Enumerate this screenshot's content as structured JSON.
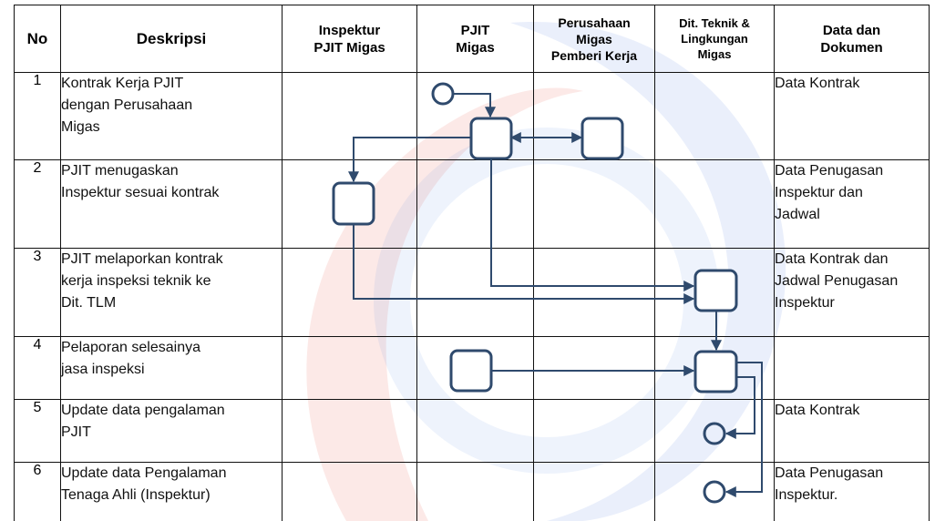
{
  "colors": {
    "flow_stroke": "#2f4a6d",
    "grid": "#111111",
    "watermark_red": "#e8473d",
    "watermark_blue": "#5a86e2"
  },
  "headers": {
    "no": "No",
    "desc": "Deskripsi",
    "inspektur": "Inspektur\nPJIT Migas",
    "pjit": "PJIT\nMigas",
    "perusahaan": "Perusahaan\nMigas\nPemberi Kerja",
    "dit": "Dit. Teknik &\nLingkungan\nMigas",
    "data": "Data dan\nDokumen"
  },
  "rows": [
    {
      "no": "1",
      "desc": "Kontrak Kerja PJIT\ndengan Perusahaan\nMigas",
      "doc": "Data Kontrak"
    },
    {
      "no": "2",
      "desc": "PJIT menugaskan\nInspektur sesuai kontrak",
      "doc": "Data Penugasan\nInspektur dan\nJadwal"
    },
    {
      "no": "3",
      "desc": "PJIT melaporkan kontrak\nkerja inspeksi teknik ke\nDit. TLM",
      "doc": "Data Kontrak dan\nJadwal Penugasan\nInspektur"
    },
    {
      "no": "4",
      "desc": "Pelaporan selesainya\njasa inspeksi",
      "doc": ""
    },
    {
      "no": "5",
      "desc": "Update data pengalaman\nPJIT",
      "doc": "Data Kontrak"
    },
    {
      "no": "6",
      "desc": "Update data Pengalaman\nTenaga Ahli (Inspektur)",
      "doc": "Data Penugasan\nInspektur."
    }
  ],
  "flow": {
    "nodes": [
      {
        "id": "start-circle-pjit",
        "shape": "circle",
        "row": 1,
        "lane": "PJIT Migas"
      },
      {
        "id": "process-box-pjit-contract",
        "shape": "rounded-square",
        "row": 1,
        "lane": "PJIT Migas"
      },
      {
        "id": "process-box-perusahaan",
        "shape": "rounded-square",
        "row": 1,
        "lane": "Perusahaan Migas Pemberi Kerja"
      },
      {
        "id": "process-box-inspektur",
        "shape": "rounded-square",
        "row": 2,
        "lane": "Inspektur PJIT Migas"
      },
      {
        "id": "process-box-dit-report",
        "shape": "rounded-square",
        "row": 3,
        "lane": "Dit. Teknik & Lingkungan Migas"
      },
      {
        "id": "process-box-pjit-completion",
        "shape": "rounded-square",
        "row": 4,
        "lane": "PJIT Migas"
      },
      {
        "id": "process-box-dit-completion",
        "shape": "rounded-square",
        "row": 4,
        "lane": "Dit. Teknik & Lingkungan Migas"
      },
      {
        "id": "end-circle-row5",
        "shape": "circle",
        "row": 5,
        "lane": "Dit. Teknik & Lingkungan Migas"
      },
      {
        "id": "end-circle-row6",
        "shape": "circle",
        "row": 6,
        "lane": "Dit. Teknik & Lingkungan Migas"
      }
    ],
    "connectors": [
      {
        "from": "start-circle-pjit",
        "to": "process-box-pjit-contract"
      },
      {
        "from": "process-box-pjit-contract",
        "to": "process-box-perusahaan",
        "bidirectional": true
      },
      {
        "from": "process-box-pjit-contract",
        "to": "process-box-inspektur"
      },
      {
        "from": "process-box-inspektur",
        "to": "process-box-dit-report"
      },
      {
        "from": "process-box-pjit-contract",
        "to": "process-box-dit-report"
      },
      {
        "from": "process-box-dit-report",
        "to": "process-box-dit-completion"
      },
      {
        "from": "process-box-pjit-completion",
        "to": "process-box-dit-completion"
      },
      {
        "from": "process-box-dit-completion",
        "to": "end-circle-row5"
      },
      {
        "from": "process-box-dit-completion",
        "to": "end-circle-row6"
      }
    ]
  }
}
